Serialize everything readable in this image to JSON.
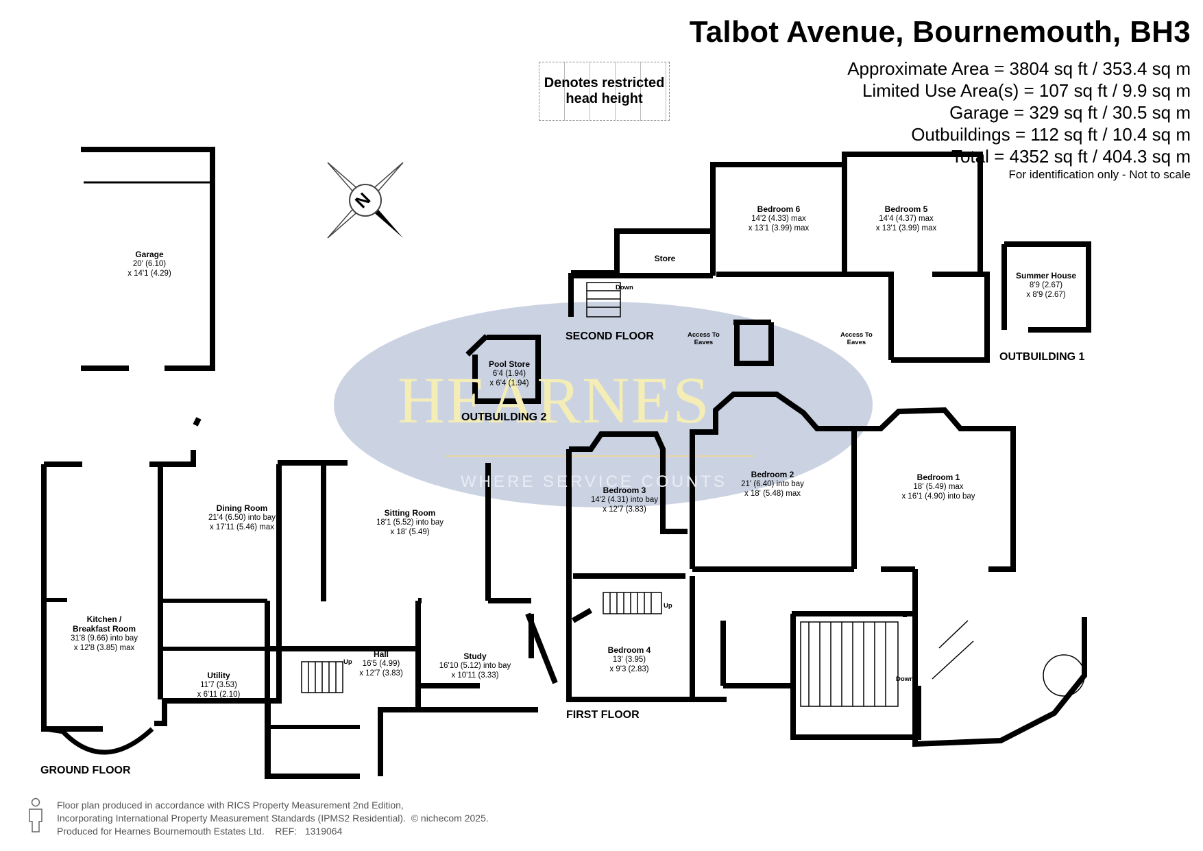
{
  "header": {
    "title": "Talbot Avenue, Bournemouth, BH3",
    "areas": [
      "Approximate Area = 3804 sq ft / 353.4 sq m",
      "Limited Use Area(s) = 107 sq ft / 9.9 sq m",
      "Garage = 329 sq ft / 30.5 sq m",
      "Outbuildings = 112 sq ft / 10.4 sq m",
      "Total = 4352 sq ft / 404.3 sq m"
    ],
    "note": "For identification only - Not to scale"
  },
  "legend": {
    "label_1": "Denotes restricted",
    "label_2": "head height"
  },
  "watermark": {
    "name": "HEARNES",
    "tagline": "WHERE SERVICE COUNTS"
  },
  "floors": {
    "ground": "GROUND FLOOR",
    "first": "FIRST FLOOR",
    "second": "SECOND FLOOR",
    "outbuilding_1": "OUTBUILDING 1",
    "outbuilding_2": "OUTBUILDING 2"
  },
  "rooms": {
    "garage": {
      "name": "Garage",
      "line1": "20' (6.10)",
      "line2": "x 14'1 (4.29)"
    },
    "pool_store": {
      "name": "Pool Store",
      "line1": "6'4 (1.94)",
      "line2": "x 6'4 (1.94)"
    },
    "summer_house": {
      "name": "Summer House",
      "line1": "8'9 (2.67)",
      "line2": "x 8'9 (2.67)"
    },
    "dining_room": {
      "name": "Dining Room",
      "line1": "21'4 (6.50) into bay",
      "line2": "x 17'11 (5.46) max"
    },
    "sitting_room": {
      "name": "Sitting Room",
      "line1": "18'1 (5.52) into bay",
      "line2": "x 18' (5.49)"
    },
    "kitchen": {
      "name": "Kitchen /",
      "name2": "Breakfast Room",
      "line1": "31'8 (9.66) into bay",
      "line2": "x 12'8 (3.85) max"
    },
    "utility": {
      "name": "Utility",
      "line1": "11'7 (3.53)",
      "line2": "x 6'11 (2.10)"
    },
    "hall": {
      "name": "Hall",
      "line1": "16'5 (4.99)",
      "line2": "x 12'7 (3.83)"
    },
    "study": {
      "name": "Study",
      "line1": "16'10 (5.12) into bay",
      "line2": "x 10'11 (3.33)"
    },
    "bedroom_1": {
      "name": "Bedroom 1",
      "line1": "18' (5.49) max",
      "line2": "x 16'1 (4.90) into bay"
    },
    "bedroom_2": {
      "name": "Bedroom 2",
      "line1": "21' (6.40) into bay",
      "line2": "x 18' (5.48) max"
    },
    "bedroom_3": {
      "name": "Bedroom 3",
      "line1": "14'2 (4.31) into bay",
      "line2": "x 12'7 (3.83)"
    },
    "bedroom_4": {
      "name": "Bedroom 4",
      "line1": "13' (3.95)",
      "line2": "x 9'3 (2.83)"
    },
    "bedroom_5": {
      "name": "Bedroom 5",
      "line1": "14'4 (4.37) max",
      "line2": "x 13'1 (3.99) max"
    },
    "bedroom_6": {
      "name": "Bedroom 6",
      "line1": "14'2 (4.33) max",
      "line2": "x 13'1 (3.99) max"
    },
    "store": {
      "name": "Store"
    }
  },
  "labels": {
    "up": "Up",
    "down": "Down",
    "access_eaves_1": "Access To",
    "access_eaves_2": "Eaves",
    "north": "N"
  },
  "footer": {
    "line1": "Floor plan produced in accordance with RICS Property Measurement 2nd Edition,",
    "line2": "Incorporating International Property Measurement Standards (IPMS2 Residential).",
    "copyright": "© nichecom 2025.",
    "line3": "Produced for Hearnes Bournemouth Estates Ltd.",
    "ref_label": "REF:",
    "ref": "1319064"
  }
}
